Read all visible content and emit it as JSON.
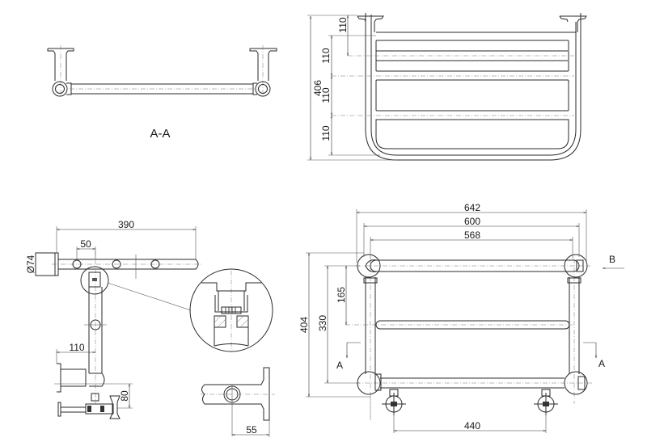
{
  "drawing": {
    "subject": "Towel rail technical drawing",
    "line_color": "#2a2a2a",
    "background": "#ffffff"
  },
  "section_view": {
    "label": "A-A"
  },
  "side_shelf_view": {
    "overall_height": "406",
    "spacings": [
      "110",
      "110",
      "110",
      "110"
    ]
  },
  "side_view": {
    "depth": "390",
    "bar_spacing": "50",
    "flange_diameter": "Ø74",
    "valve_offset": "110",
    "valve_drop": "80"
  },
  "detail_view": {
    "wall_offset": "55"
  },
  "front_view": {
    "overall_width": "642",
    "centre_width": "600",
    "inner_width": "568",
    "overall_height": "404",
    "centre_height": "330",
    "mid_bar_height": "165",
    "valve_centres": "440",
    "view_arrow_b": "B",
    "section_arrow_left": "A",
    "section_arrow_right": "A"
  }
}
